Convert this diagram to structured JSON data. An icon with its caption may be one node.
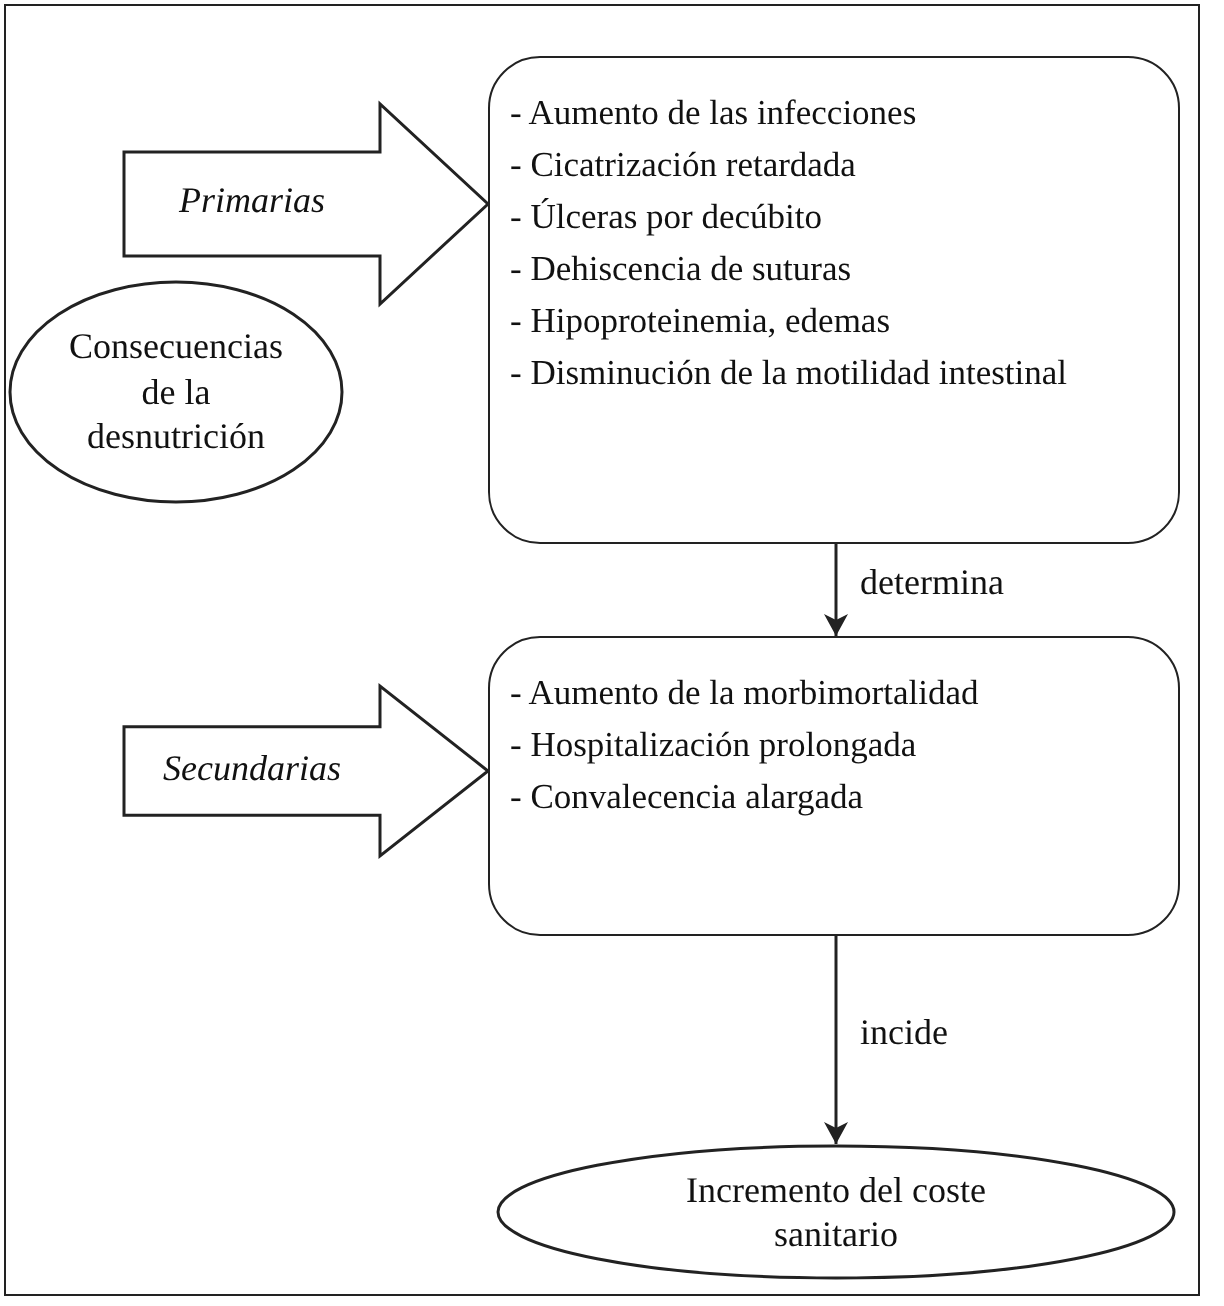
{
  "diagram": {
    "nodes": [
      {
        "text": [
          "Consecuencias de la desnutrición"
        ]
      },
      {
        "text": [
          "- Aumento de las infecciones",
          "- Cicatrización retardada",
          "- Úlceras por decúbito",
          "- Dehiscencia de suturas",
          "- Hipoproteinemia, edemas",
          "- Disminución de la motilidad intestinal"
        ]
      },
      {
        "text": [
          "- Aumento de la morbimortalidad",
          "- Hospitalización prolongada",
          "- Convalecencia alargada"
        ]
      },
      {
        "text": [
          "Incremento del coste sanitario"
        ]
      }
    ],
    "edges": [
      {
        "from": 0,
        "to": 1,
        "arrow": "to",
        "label": "Primarias",
        "style": "thick"
      },
      {
        "from": 0,
        "to": 2,
        "arrow": "to",
        "label": "Secundarias",
        "style": "thick"
      },
      {
        "from": 1,
        "to": 2,
        "arrow": "to",
        "label": "determina"
      },
      {
        "from": 2,
        "to": 3,
        "arrow": "to",
        "label": "incide"
      }
    ]
  }
}
